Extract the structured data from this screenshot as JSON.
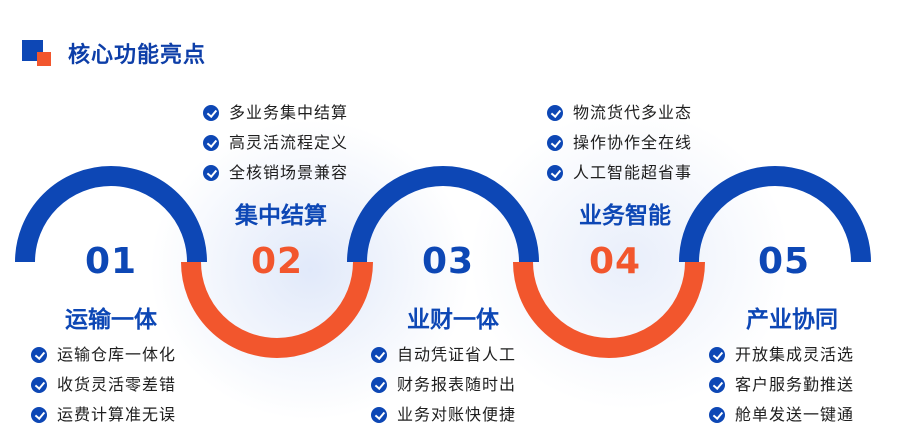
{
  "header": {
    "title": "核心功能亮点"
  },
  "colors": {
    "blue": "#0d47b5",
    "orange": "#f2562d"
  },
  "steps": [
    {
      "num": "01",
      "name": "运输一体",
      "features": [
        "运输仓库一体化",
        "收货灵活零差错",
        "运费计算准无误"
      ]
    },
    {
      "num": "02",
      "name": "集中结算",
      "features": [
        "多业务集中结算",
        "高灵活流程定义",
        "全核销场景兼容"
      ]
    },
    {
      "num": "03",
      "name": "业财一体",
      "features": [
        "自动凭证省人工",
        "财务报表随时出",
        "业务对账快便捷"
      ]
    },
    {
      "num": "04",
      "name": "业务智能",
      "features": [
        "物流货代多业态",
        "操作协作全在线",
        "人工智能超省事"
      ]
    },
    {
      "num": "05",
      "name": "产业协同",
      "features": [
        "开放集成灵活选",
        "客户服务勤推送",
        "舱单发送一键通"
      ]
    }
  ]
}
